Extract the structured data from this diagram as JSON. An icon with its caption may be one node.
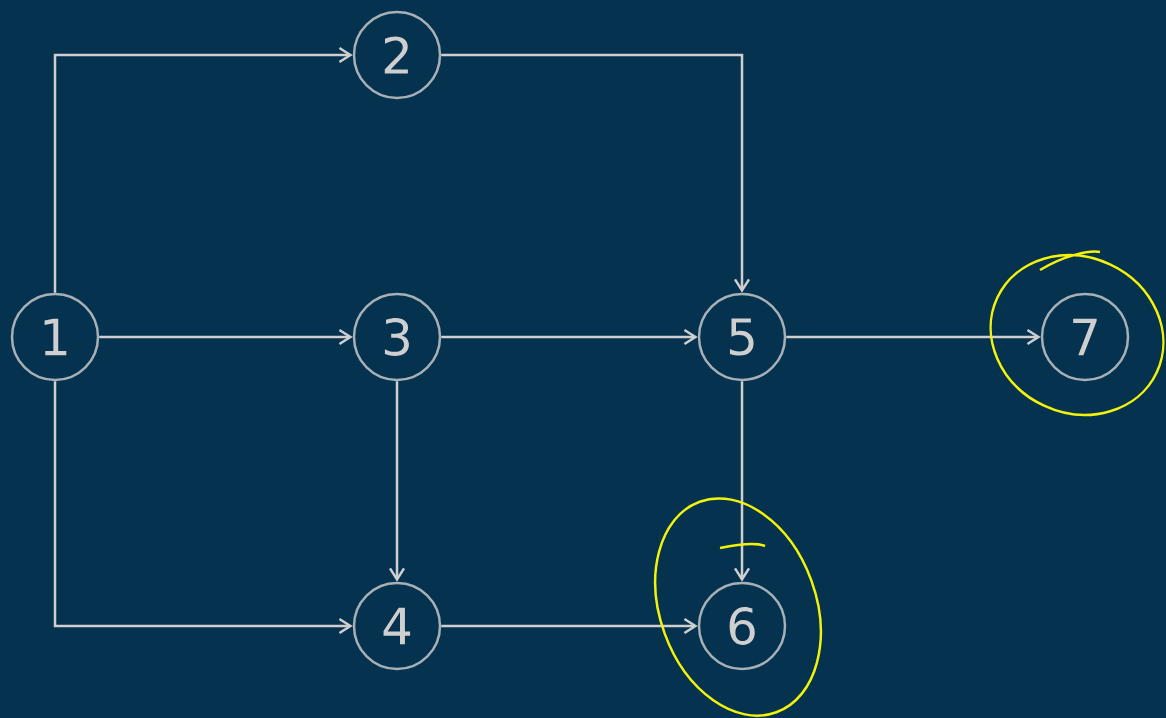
{
  "diagram": {
    "nodes": [
      {
        "text": [
          "1"
        ]
      },
      {
        "text": [
          "2"
        ]
      },
      {
        "text": [
          "3"
        ]
      },
      {
        "text": [
          "4"
        ]
      },
      {
        "text": [
          "5"
        ]
      },
      {
        "text": [
          "6"
        ]
      },
      {
        "text": [
          "7"
        ]
      }
    ],
    "edges": [
      {
        "from": 0,
        "to": 1,
        "arrow": "to"
      },
      {
        "from": 0,
        "to": 2,
        "arrow": "to"
      },
      {
        "from": 0,
        "to": 3,
        "arrow": "to"
      },
      {
        "from": 1,
        "to": 4,
        "arrow": "to"
      },
      {
        "from": 2,
        "to": 4,
        "arrow": "to"
      },
      {
        "from": 2,
        "to": 3,
        "arrow": "to"
      },
      {
        "from": 4,
        "to": 6,
        "arrow": "to"
      },
      {
        "from": 4,
        "to": 5,
        "arrow": "to"
      },
      {
        "from": 3,
        "to": 5,
        "arrow": "to"
      }
    ]
  }
}
